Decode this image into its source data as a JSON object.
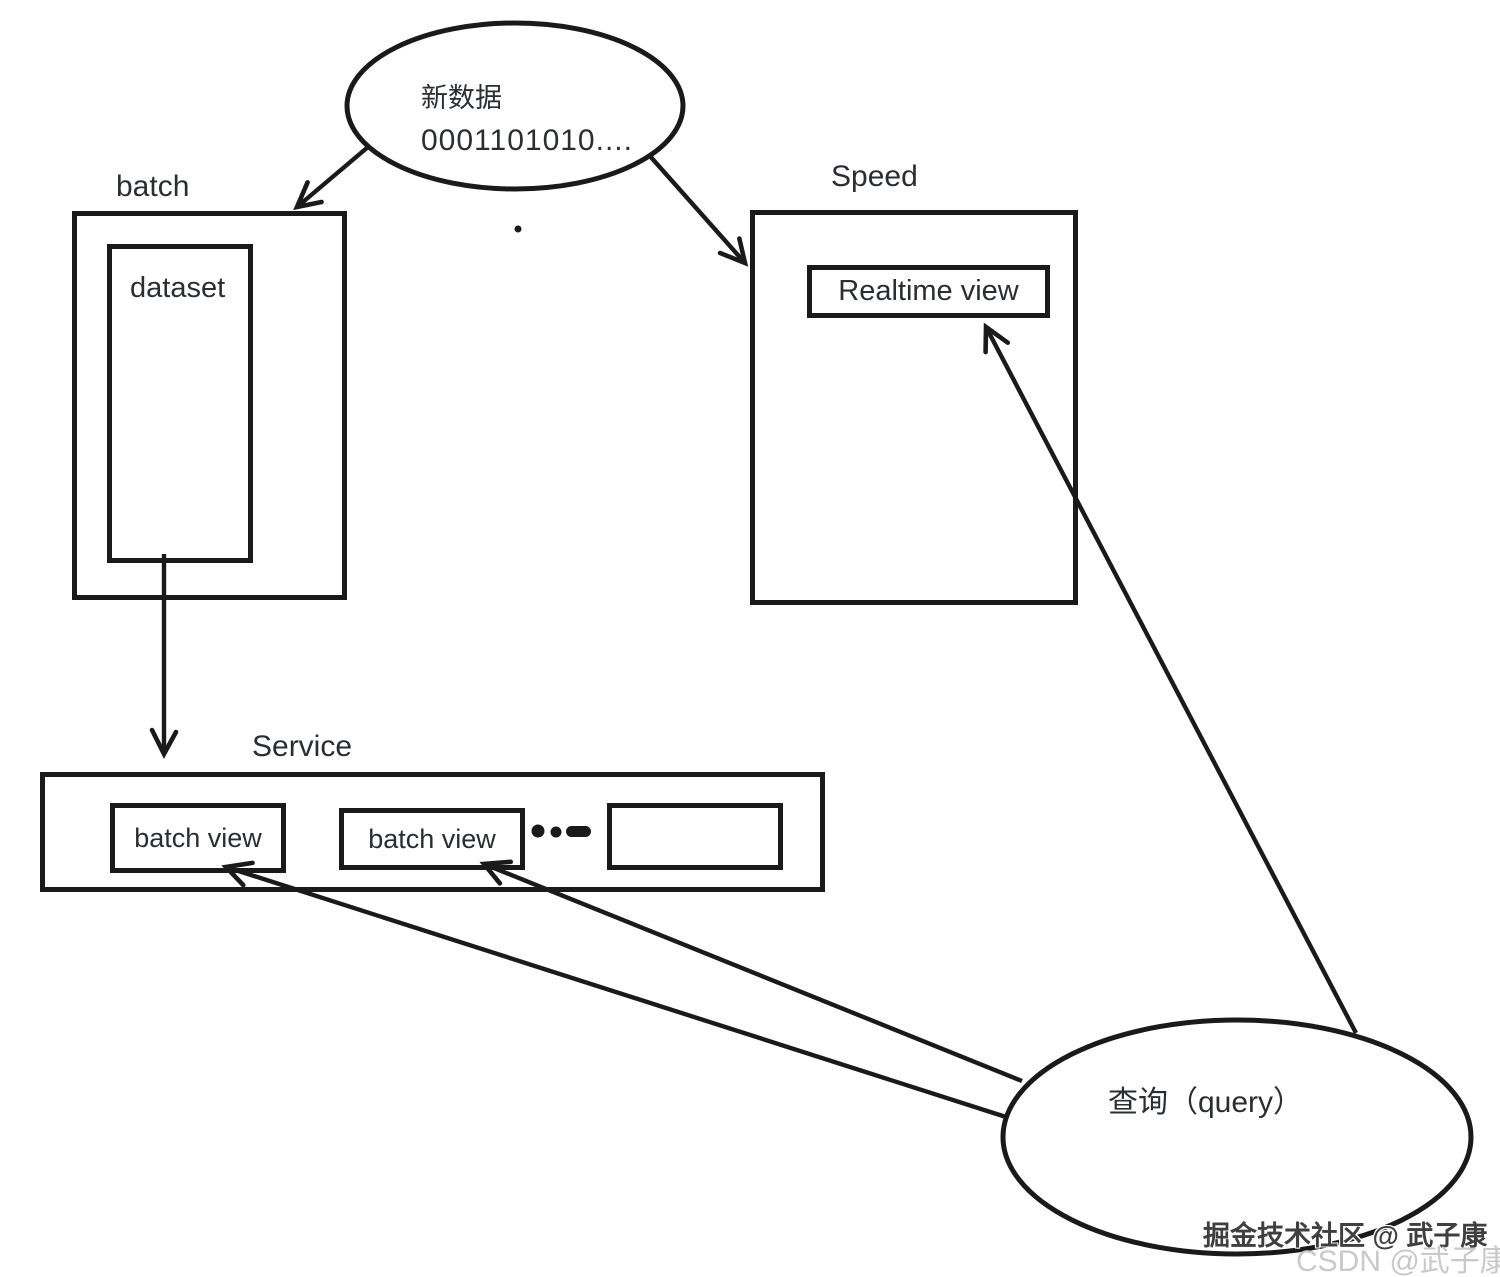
{
  "diagram": {
    "new_data": {
      "line1": "新数据",
      "line2": "0001101010...."
    },
    "batch": {
      "label": "batch",
      "dataset_label": "dataset"
    },
    "speed": {
      "label": "Speed",
      "realtime_view_label": "Realtime view"
    },
    "service": {
      "label": "Service",
      "batch_view_1": "batch view",
      "batch_view_2": "batch view"
    },
    "query": {
      "label": "查询（query）"
    }
  },
  "watermark": {
    "juejin": "掘金技术社区 @ 武子康",
    "csdn": "CSDN @武子康"
  },
  "colors": {
    "line": "#1a1a1a",
    "text": "#2a2d31",
    "watermark_dark": "#3f3f3f",
    "watermark_light": "#c9c9c9",
    "background": "#ffffff"
  }
}
